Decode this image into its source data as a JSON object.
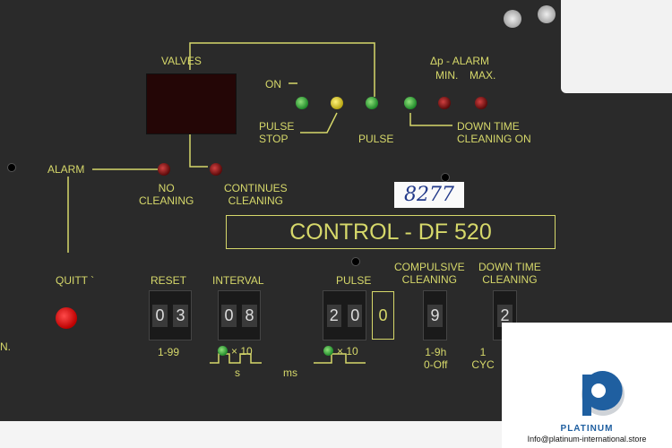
{
  "panel": {
    "valves": "VALVES",
    "on": "ON",
    "pulse_stop": [
      "PULSE",
      "STOP"
    ],
    "pulse": "PULSE",
    "down_time_on": [
      "DOWN TIME",
      "CLEANING ON"
    ],
    "alarm_dp": "Δp - ALARM",
    "min": "MIN.",
    "max": "MAX.",
    "alarm": "ALARM",
    "no_cleaning": [
      "NO",
      "CLEANING"
    ],
    "continues_cleaning": [
      "CONTINUES",
      "CLEANING"
    ],
    "sticker": "8277",
    "title": "CONTROL - DF 520",
    "quitt": "QUITT `",
    "left_partial": "N."
  },
  "controls": {
    "reset": {
      "label": "RESET",
      "digits": [
        "0",
        "3"
      ],
      "range": "1-99"
    },
    "interval": {
      "label": "INTERVAL",
      "digits": [
        "0",
        "8"
      ],
      "mult": "× 10",
      "unit": "s"
    },
    "pulse": {
      "label": "PULSE",
      "digits": [
        "2",
        "0"
      ],
      "fixed": "0",
      "mult": "× 10",
      "unit": "ms"
    },
    "compulsive": {
      "label": [
        "COMPULSIVE",
        "CLEANING"
      ],
      "digits": [
        "9"
      ],
      "range": [
        "1-9h",
        "0-Off"
      ]
    },
    "downtime": {
      "label": [
        "DOWN TIME",
        "CLEANING"
      ],
      "digits": [
        "2"
      ],
      "range": [
        "1",
        "CYC"
      ]
    }
  },
  "watermark": {
    "brand": "PLATINUM",
    "email": "Info@platinum-international.store"
  }
}
